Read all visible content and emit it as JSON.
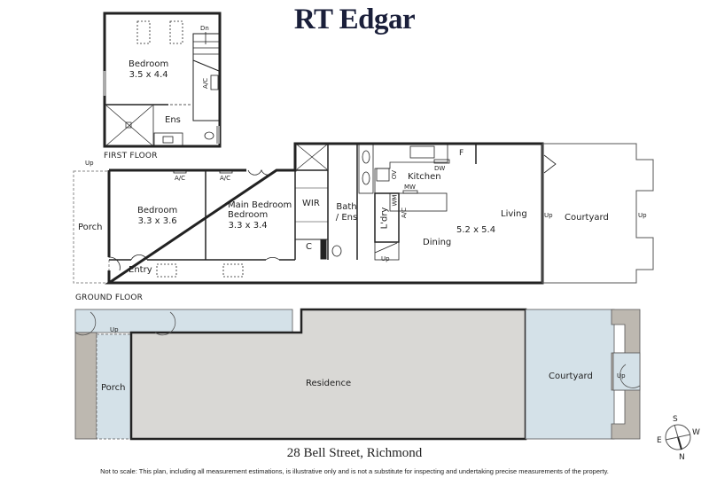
{
  "brand": {
    "name": "RT Edgar",
    "color": "#1a1f3a"
  },
  "first_floor": {
    "caption": "FIRST FLOOR",
    "rooms": [
      {
        "name": "Bedroom",
        "dims": "3.5 x 4.4"
      },
      {
        "name": "Ens"
      }
    ],
    "fixtures": [
      "Dn",
      "A/C"
    ]
  },
  "ground_floor": {
    "caption": "GROUND FLOOR",
    "rooms": [
      {
        "name": "Porch"
      },
      {
        "name": "Bedroom",
        "dims": "3.3 x 3.6"
      },
      {
        "name": "Main Bedroom",
        "dims": "3.3 x 3.4"
      },
      {
        "name": "Entry"
      },
      {
        "name": "WIR"
      },
      {
        "name": "C"
      },
      {
        "name": "Bath / Ens"
      },
      {
        "name": "L'dry"
      },
      {
        "name": "Kitchen"
      },
      {
        "name": "Dining"
      },
      {
        "name": "Living",
        "dims": "5.2 x 5.4"
      },
      {
        "name": "Courtyard"
      }
    ],
    "fixtures": {
      "ac1": "A/C",
      "ac2": "A/C",
      "ac3": "A/C",
      "dw": "DW",
      "mw": "MW",
      "ov": "OV",
      "wm": "WM",
      "fridge": "F",
      "up": "Up"
    }
  },
  "site_plan": {
    "areas": [
      {
        "name": "Porch",
        "color": "#d4e1e8"
      },
      {
        "name": "Residence",
        "color": "#d9d8d5"
      },
      {
        "name": "Courtyard",
        "color": "#d4e1e8"
      }
    ],
    "boundary_color": "#bdb8b0",
    "up": "Up"
  },
  "compass": {
    "n": "N",
    "s": "S",
    "e": "E",
    "w": "W"
  },
  "address": "28 Bell Street, Richmond",
  "disclaimer": "Not to scale: This plan, including all measurement estimations, is illustrative only and is not a substitute for inspecting and undertaking precise measurements of the property."
}
